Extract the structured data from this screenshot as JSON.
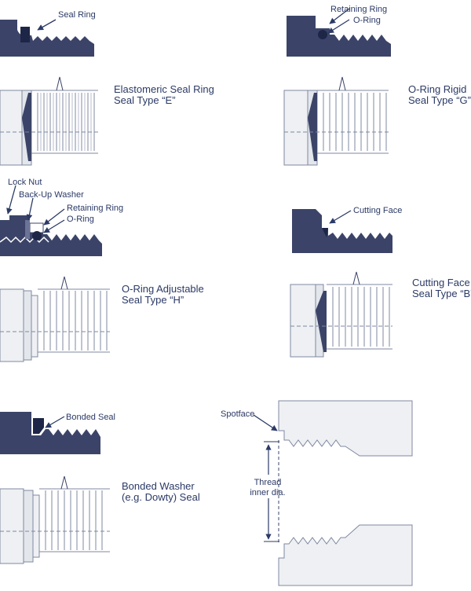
{
  "seal_e": {
    "callout": "Seal Ring",
    "title1": "Elastomeric Seal Ring",
    "title2": "Seal Type “E”"
  },
  "seal_g": {
    "callout1": "Retaining Ring",
    "callout2": "O-Ring",
    "title1": "O-Ring Rigid",
    "title2": "Seal Type “G”"
  },
  "seal_h": {
    "callout1": "Lock Nut",
    "callout2": "Back-Up Washer",
    "callout3": "Retaining Ring",
    "callout4": "O-Ring",
    "title1": "O-Ring Adjustable",
    "title2": "Seal Type “H”"
  },
  "seal_b": {
    "callout": "Cutting Face",
    "title1": "Cutting Face",
    "title2": "Seal Type “B”"
  },
  "bonded": {
    "callout": "Bonded Seal",
    "title1": "Bonded Washer",
    "title2": "(e.g. Dowty) Seal"
  },
  "spotface": {
    "callout": "Spotface",
    "dim1": "Thread",
    "dim2": "inner dia."
  },
  "colors": {
    "navy": "#3b4468",
    "line": "#2b3a66",
    "fill": "#eef0f3",
    "stroke": "#7f88a0"
  }
}
